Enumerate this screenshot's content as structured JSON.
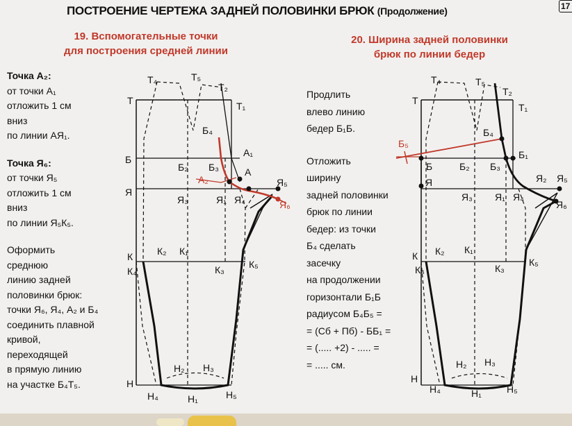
{
  "header": {
    "title": "ПОСТРОЕНИЕ ЧЕРТЕЖА ЗАДНЕЙ ПОЛОВИНКИ БРЮК",
    "title_suffix": "(Продолжение)",
    "page_number": "17"
  },
  "section19": {
    "heading_line1": "19. Вспомогательные точки",
    "heading_line2": "для построения средней линии",
    "block1_heading": "Точка А₂:",
    "block1_lines": [
      "от точки А₁",
      "отложить 1 см",
      "вниз",
      "по линии АЯ₁."
    ],
    "block2_heading": "Точка Я₆:",
    "block2_lines": [
      "от точки Я₅",
      "отложить 1 см",
      "вниз",
      "по линии Я₅К₅."
    ],
    "block3_lines": [
      "Оформить",
      "среднюю",
      "линию задней",
      "половинки брюк:",
      "точки Я₆, Я₄, А₂ и Б₄",
      "соединить плавной",
      "кривой,",
      "переходящей",
      "в прямую линию",
      "на участке Б₄Т₅."
    ]
  },
  "section20": {
    "heading_line1": "20. Ширина задней половинки",
    "heading_line2": "брюк по линии бедер",
    "lines": [
      "Продлить",
      "влево линию",
      "бедер Б₁Б.",
      "",
      "Отложить",
      "ширину",
      "задней половинки",
      "брюк по линии",
      "бедер: из точки",
      "Б₄ сделать",
      "засечку",
      "на продолжении",
      "горизонтали Б₁Б",
      "радиусом Б₄Б₅ =",
      "= (Сб + Пб) - ББ₁ =",
      "= (..... +2) - ..... =",
      "= ..... см."
    ]
  },
  "diagram_left_labels": {
    "T4": "Т₄",
    "T5": "Т₅",
    "T2": "Т₂",
    "T": "Т",
    "T1": "Т₁",
    "B4": "Б₄",
    "A1": "А₁",
    "B": "Б",
    "B2": "Б₂",
    "B3": "Б₃",
    "A": "А",
    "A2": "А₂",
    "Ya": "Я",
    "Ya5": "Я₅",
    "Ya3": "Я₃",
    "Ya1": "Я₁",
    "Ya4": "Я₄",
    "Ya6": "Я₆",
    "K": "К",
    "K4": "К₄",
    "K2": "К₂",
    "K1": "К₁",
    "K3": "К₃",
    "K5": "К₅",
    "H2": "Н₂",
    "H3": "Н₃",
    "H": "Н",
    "H4": "Н₄",
    "H1": "Н₁",
    "H5": "Н₅"
  },
  "diagram_right_labels": {
    "T4": "Т₄",
    "T5": "Т₅",
    "T2": "Т₂",
    "T": "Т",
    "T1": "Т₁",
    "B5": "Б₅",
    "B4": "Б₄",
    "B1": "Б₁",
    "B": "Б",
    "B2": "Б₂",
    "B3": "Б₃",
    "Ya": "Я",
    "Ya2": "Я₂",
    "Ya5": "Я₅",
    "Ya3": "Я₃",
    "Ya1": "Я₁",
    "Ya4": "Я₄",
    "Ya6": "Я₆",
    "K": "К",
    "K4": "К₄",
    "K2": "К₂",
    "K1": "К₁",
    "K3": "К₃",
    "K5": "К₅",
    "H2": "Н₂",
    "H3": "Н₃",
    "H": "Н",
    "H4": "Н₄",
    "H1": "Н₁",
    "H5": "Н₅"
  },
  "colors": {
    "accent_red": "#c0392b",
    "line": "#111111",
    "background": "#f2f0ee"
  }
}
